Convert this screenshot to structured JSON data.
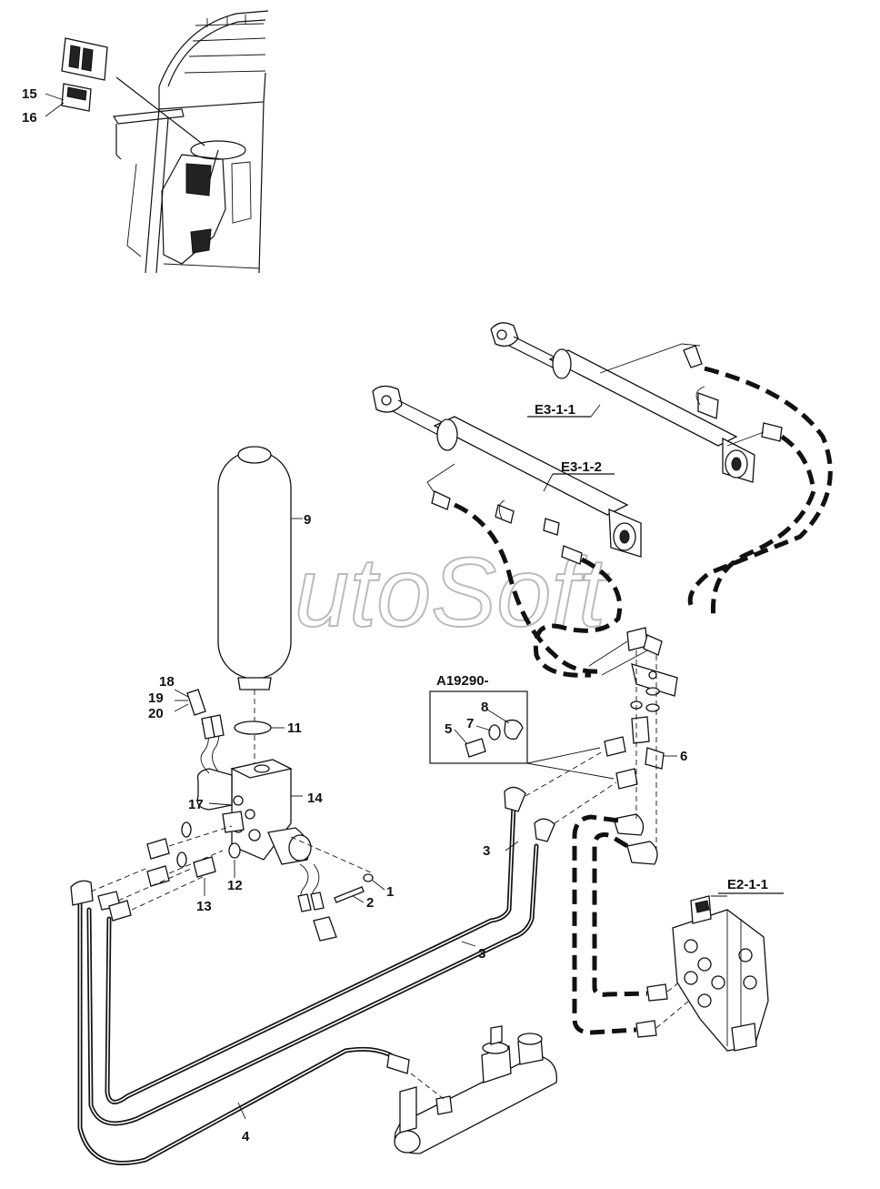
{
  "watermark": "AutoSoft",
  "references": {
    "e3_1_1": "E3-1-1",
    "e3_1_2": "E3-1-2",
    "a19290": "A19290-",
    "e2_1_1": "E2-1-1"
  },
  "callouts": {
    "c1": "1",
    "c2": "2",
    "c3a": "3",
    "c3b": "3",
    "c4": "4",
    "c5": "5",
    "c6": "6",
    "c7": "7",
    "c8": "8",
    "c9": "9",
    "c11": "11",
    "c12": "12",
    "c13": "13",
    "c14": "14",
    "c15": "15",
    "c16": "16",
    "c17": "17",
    "c18": "18",
    "c19": "19",
    "c20": "20"
  }
}
